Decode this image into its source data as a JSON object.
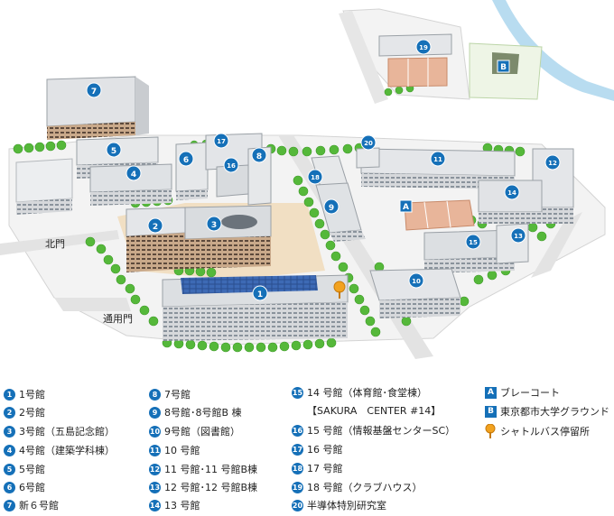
{
  "map": {
    "gate_north": "北門",
    "gate_main": "通用門",
    "markers": [
      {
        "id": "1",
        "shape": "circle"
      },
      {
        "id": "2",
        "shape": "circle"
      },
      {
        "id": "3",
        "shape": "circle"
      },
      {
        "id": "4",
        "shape": "circle"
      },
      {
        "id": "5",
        "shape": "circle"
      },
      {
        "id": "6",
        "shape": "circle"
      },
      {
        "id": "7",
        "shape": "circle"
      },
      {
        "id": "8",
        "shape": "circle"
      },
      {
        "id": "9",
        "shape": "circle"
      },
      {
        "id": "10",
        "shape": "circle"
      },
      {
        "id": "11",
        "shape": "circle"
      },
      {
        "id": "12",
        "shape": "circle"
      },
      {
        "id": "13",
        "shape": "circle"
      },
      {
        "id": "14",
        "shape": "circle"
      },
      {
        "id": "15",
        "shape": "circle"
      },
      {
        "id": "16",
        "shape": "circle"
      },
      {
        "id": "17",
        "shape": "circle"
      },
      {
        "id": "18",
        "shape": "circle"
      },
      {
        "id": "19",
        "shape": "circle"
      },
      {
        "id": "20",
        "shape": "circle"
      },
      {
        "id": "A",
        "shape": "square"
      },
      {
        "id": "B",
        "shape": "square"
      }
    ],
    "colors": {
      "marker": "#1570b8",
      "tree": "#55b83a",
      "road": "#eeeeee",
      "sand": "#f1dfc3",
      "court": "#e8b59a",
      "water": "#b8dcf0"
    }
  },
  "legend": {
    "col1": [
      {
        "num": "1",
        "label": "1号館"
      },
      {
        "num": "2",
        "label": "2号館"
      },
      {
        "num": "3",
        "label": "3号館（五島記念館）"
      },
      {
        "num": "4",
        "label": "4号館（建築学科棟）"
      },
      {
        "num": "5",
        "label": "5号館"
      },
      {
        "num": "6",
        "label": "6号館"
      },
      {
        "num": "7",
        "label": "新６号館"
      }
    ],
    "col2": [
      {
        "num": "8",
        "label": "7号館"
      },
      {
        "num": "9",
        "label": "8号館･8号館B 棟"
      },
      {
        "num": "10",
        "label": "9号館（図書館）"
      },
      {
        "num": "11",
        "label": "10 号館"
      },
      {
        "num": "12",
        "label": "11 号館･11 号館B棟"
      },
      {
        "num": "13",
        "label": "12 号館･12 号館B棟"
      },
      {
        "num": "14",
        "label": "13 号館"
      }
    ],
    "col3": [
      {
        "num": "15",
        "label": "14 号館（体育館･食堂棟）"
      },
      {
        "num": "16",
        "label": "15 号館（情報基盤センターSC）"
      },
      {
        "num": "17",
        "label": "16 号館"
      },
      {
        "num": "18",
        "label": "17 号館"
      },
      {
        "num": "19",
        "label": "18 号館（クラブハウス）"
      },
      {
        "num": "20",
        "label": "半導体特別研究室"
      }
    ],
    "col3_cont": "【SAKURA　CENTER #14】",
    "col4": [
      {
        "num": "A",
        "label": "ブレーコート",
        "kind": "square"
      },
      {
        "num": "B",
        "label": "東京都市大学グラウンド",
        "kind": "square"
      },
      {
        "num": "",
        "label": "シャトルバス停留所",
        "kind": "pin",
        "icon": "bus-stop-pin-icon"
      }
    ]
  }
}
